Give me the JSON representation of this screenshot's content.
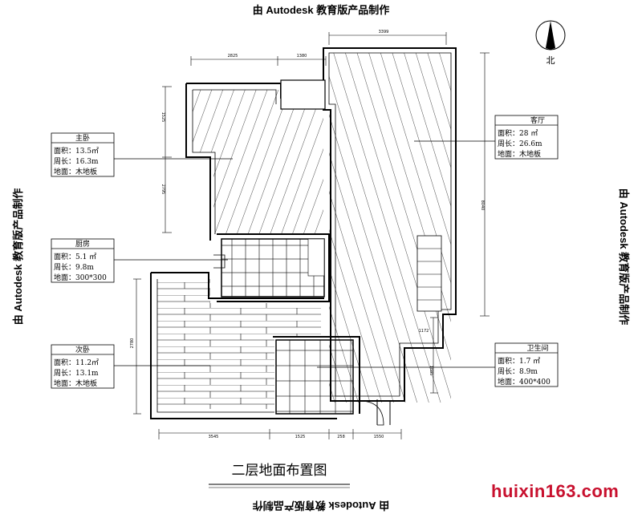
{
  "watermark": "由 Autodesk 教育版产品制作",
  "compass_label": "北",
  "drawing_title": "二层地面布置图",
  "site_text": "huixin163.com",
  "rooms": {
    "master": {
      "name": "主卧",
      "area": "面积：13.5㎡",
      "perimeter": "周长：16.3m",
      "floor": "地面：木地板"
    },
    "kitchen": {
      "name": "厨房",
      "area": "面积：5.1 ㎡",
      "perimeter": "周长：9.8m",
      "floor": "地面：300*300"
    },
    "second": {
      "name": "次卧",
      "area": "面积：11.2㎡",
      "perimeter": "周长：13.1m",
      "floor": "地面：木地板"
    },
    "living": {
      "name": "客厅",
      "area": "面积：28 ㎡",
      "perimeter": "周长：26.6m",
      "floor": "地面：木地板"
    },
    "bath": {
      "name": "卫生间",
      "area": "面积：1.7 ㎡",
      "perimeter": "周长：8.9m",
      "floor": "地面：400*400"
    }
  },
  "dimensions": {
    "top_right": "3399",
    "top_left": "2825",
    "top_mid": "1380",
    "left_upper": "1525",
    "left_middle": "2795",
    "right_tall": "8040",
    "right_small": "1172",
    "right_bath": "1885",
    "left_lower": "2780",
    "bottom_1": "3545",
    "bottom_2": "1525",
    "bottom_3": "258",
    "bottom_4": "1550"
  }
}
